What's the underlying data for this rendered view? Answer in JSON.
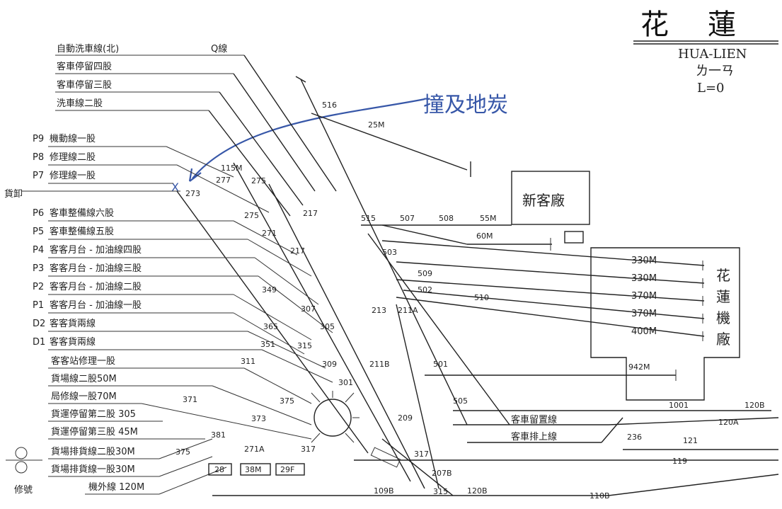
{
  "title": {
    "main_1": "花",
    "main_2": "蓮",
    "romanized": "HUA-LIEN",
    "code": "ㄌ一ㄢ",
    "level": "L=0"
  },
  "annotation": {
    "text": "撞及地炭",
    "marker": "X",
    "color": "#3757a8"
  },
  "buildings": {
    "depot": "新客廠",
    "yard_1": "花",
    "yard_2": "蓮",
    "yard_3": "機",
    "yard_4": "廠"
  },
  "top_labels": {
    "line_1": "自動洗車線(北)",
    "q_line": "Q線",
    "line_2": "客車停留四股",
    "line_3": "客車停留三股",
    "line_4": "洗車線二股"
  },
  "left_labels": [
    {
      "code": "P9",
      "text": "機動線一股"
    },
    {
      "code": "P8",
      "text": "修理線二股"
    },
    {
      "code": "P7",
      "text": "修理線一股"
    },
    {
      "code": "貨卸",
      "text": ""
    },
    {
      "code": "P6",
      "text": "客車整備線六股"
    },
    {
      "code": "P5",
      "text": "客車整備線五股"
    },
    {
      "code": "P4",
      "text": "客客月台 - 加油線四股"
    },
    {
      "code": "P3",
      "text": "客客月台 - 加油線三股"
    },
    {
      "code": "P2",
      "text": "客客月台 - 加油線二股"
    },
    {
      "code": "P1",
      "text": "客客月台 - 加油線一股"
    },
    {
      "code": "D2",
      "text": "客客貨兩線"
    },
    {
      "code": "D1",
      "text": "客客貨兩線"
    }
  ],
  "lower_left_labels": [
    "客客站修理一股",
    "貨場線二股50M",
    "局修線一股70M",
    "貨運停留第二股 305",
    "貨運停留第三股 45M",
    "貨場排貨線二股30M",
    "貨場排貨線一股30M",
    "機外線 120M"
  ],
  "far_left": {
    "label": "修號"
  },
  "right_labels": {
    "l1": "客車留置線",
    "l2": "客車排上線",
    "t1": "1001",
    "t2": "120B",
    "t3": "121",
    "t4": "119",
    "t5": "120A",
    "t6": "110B",
    "t7": "120B",
    "t8": "236"
  },
  "track_lengths": [
    "330M",
    "330M",
    "370M",
    "370M",
    "400M"
  ],
  "misc_lengths": {
    "a": "25M",
    "b": "60M",
    "c": "55M",
    "d": "942M",
    "e": "115M"
  },
  "switch_numbers": {
    "s516": "516",
    "s277": "277",
    "s273": "273",
    "s275": "275",
    "s217a": "217",
    "s271": "271",
    "s217b": "217",
    "s515": "515",
    "s507": "507",
    "s508": "508",
    "s503": "503",
    "s509": "509",
    "s502": "502",
    "s510": "510",
    "s275b": "275",
    "s349": "349",
    "s307": "307",
    "s213": "213",
    "s211a": "211A",
    "s365": "365",
    "s305": "305",
    "s315": "315",
    "s309": "309",
    "s211b": "211B",
    "s501": "501",
    "s301": "301",
    "s311": "311",
    "s351": "351",
    "s505": "505",
    "s209": "209",
    "s317": "317",
    "s207b": "207B",
    "s315b": "315",
    "s109b": "109B",
    "s375": "375",
    "s373": "373",
    "s371": "371",
    "s381": "381",
    "s317b": "317",
    "s271a": "271A",
    "s375b": "375"
  },
  "small_boxes": [
    "28",
    "38M",
    "29F"
  ]
}
